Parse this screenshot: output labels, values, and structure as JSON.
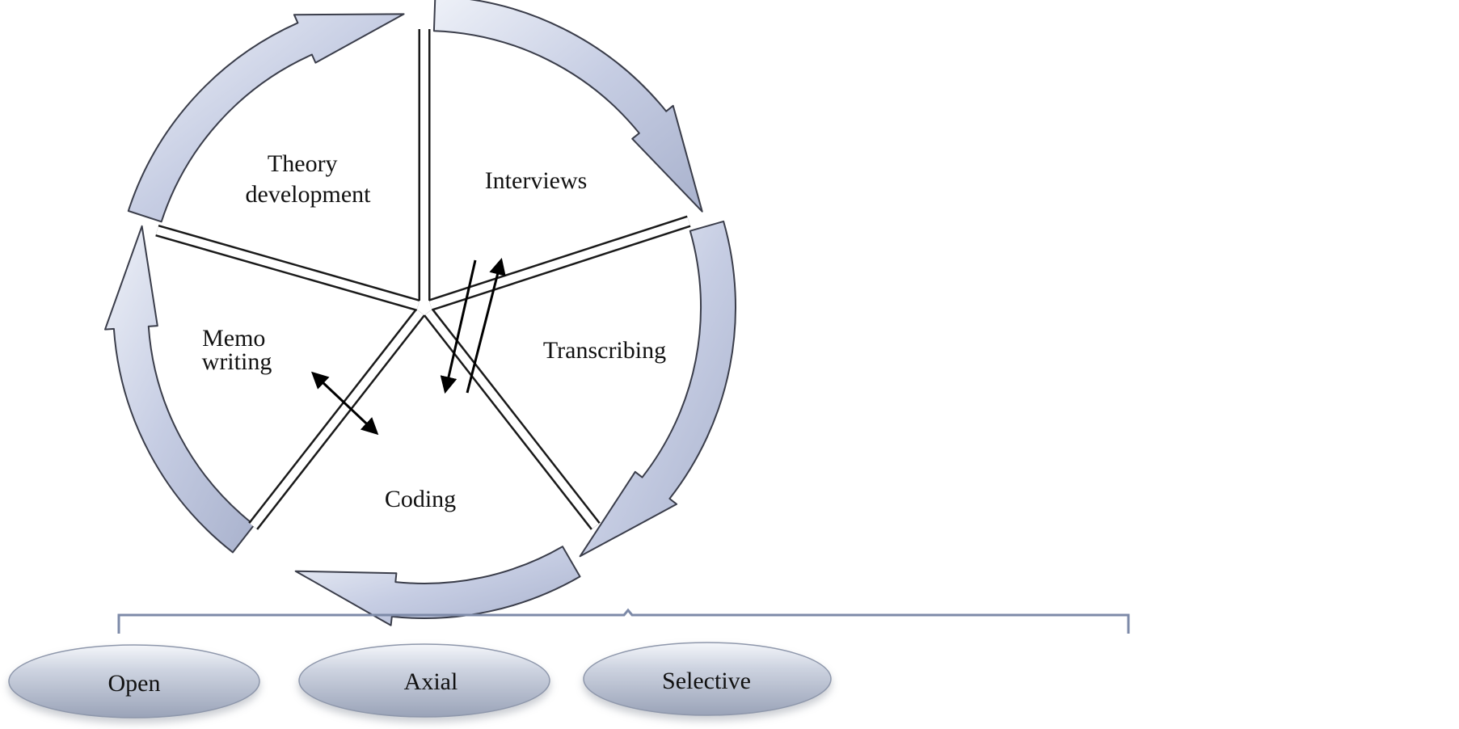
{
  "cycle": {
    "theory_line1": "Theory",
    "theory_line2": "development",
    "interviews": "Interviews",
    "transcribing": "Transcribing",
    "coding": "Coding",
    "memo_line1": "Memo",
    "memo_line2": "writing"
  },
  "coding_types": {
    "open": "Open",
    "axial": "Axial",
    "selective": "Selective"
  },
  "colors": {
    "arrow_fill": "#c3cbe2",
    "arrow_edge": "#3a3d4a",
    "divider": "#1a1a1a",
    "bracket": "#7d8aa8",
    "oval_fill": "#b7bfd2"
  }
}
